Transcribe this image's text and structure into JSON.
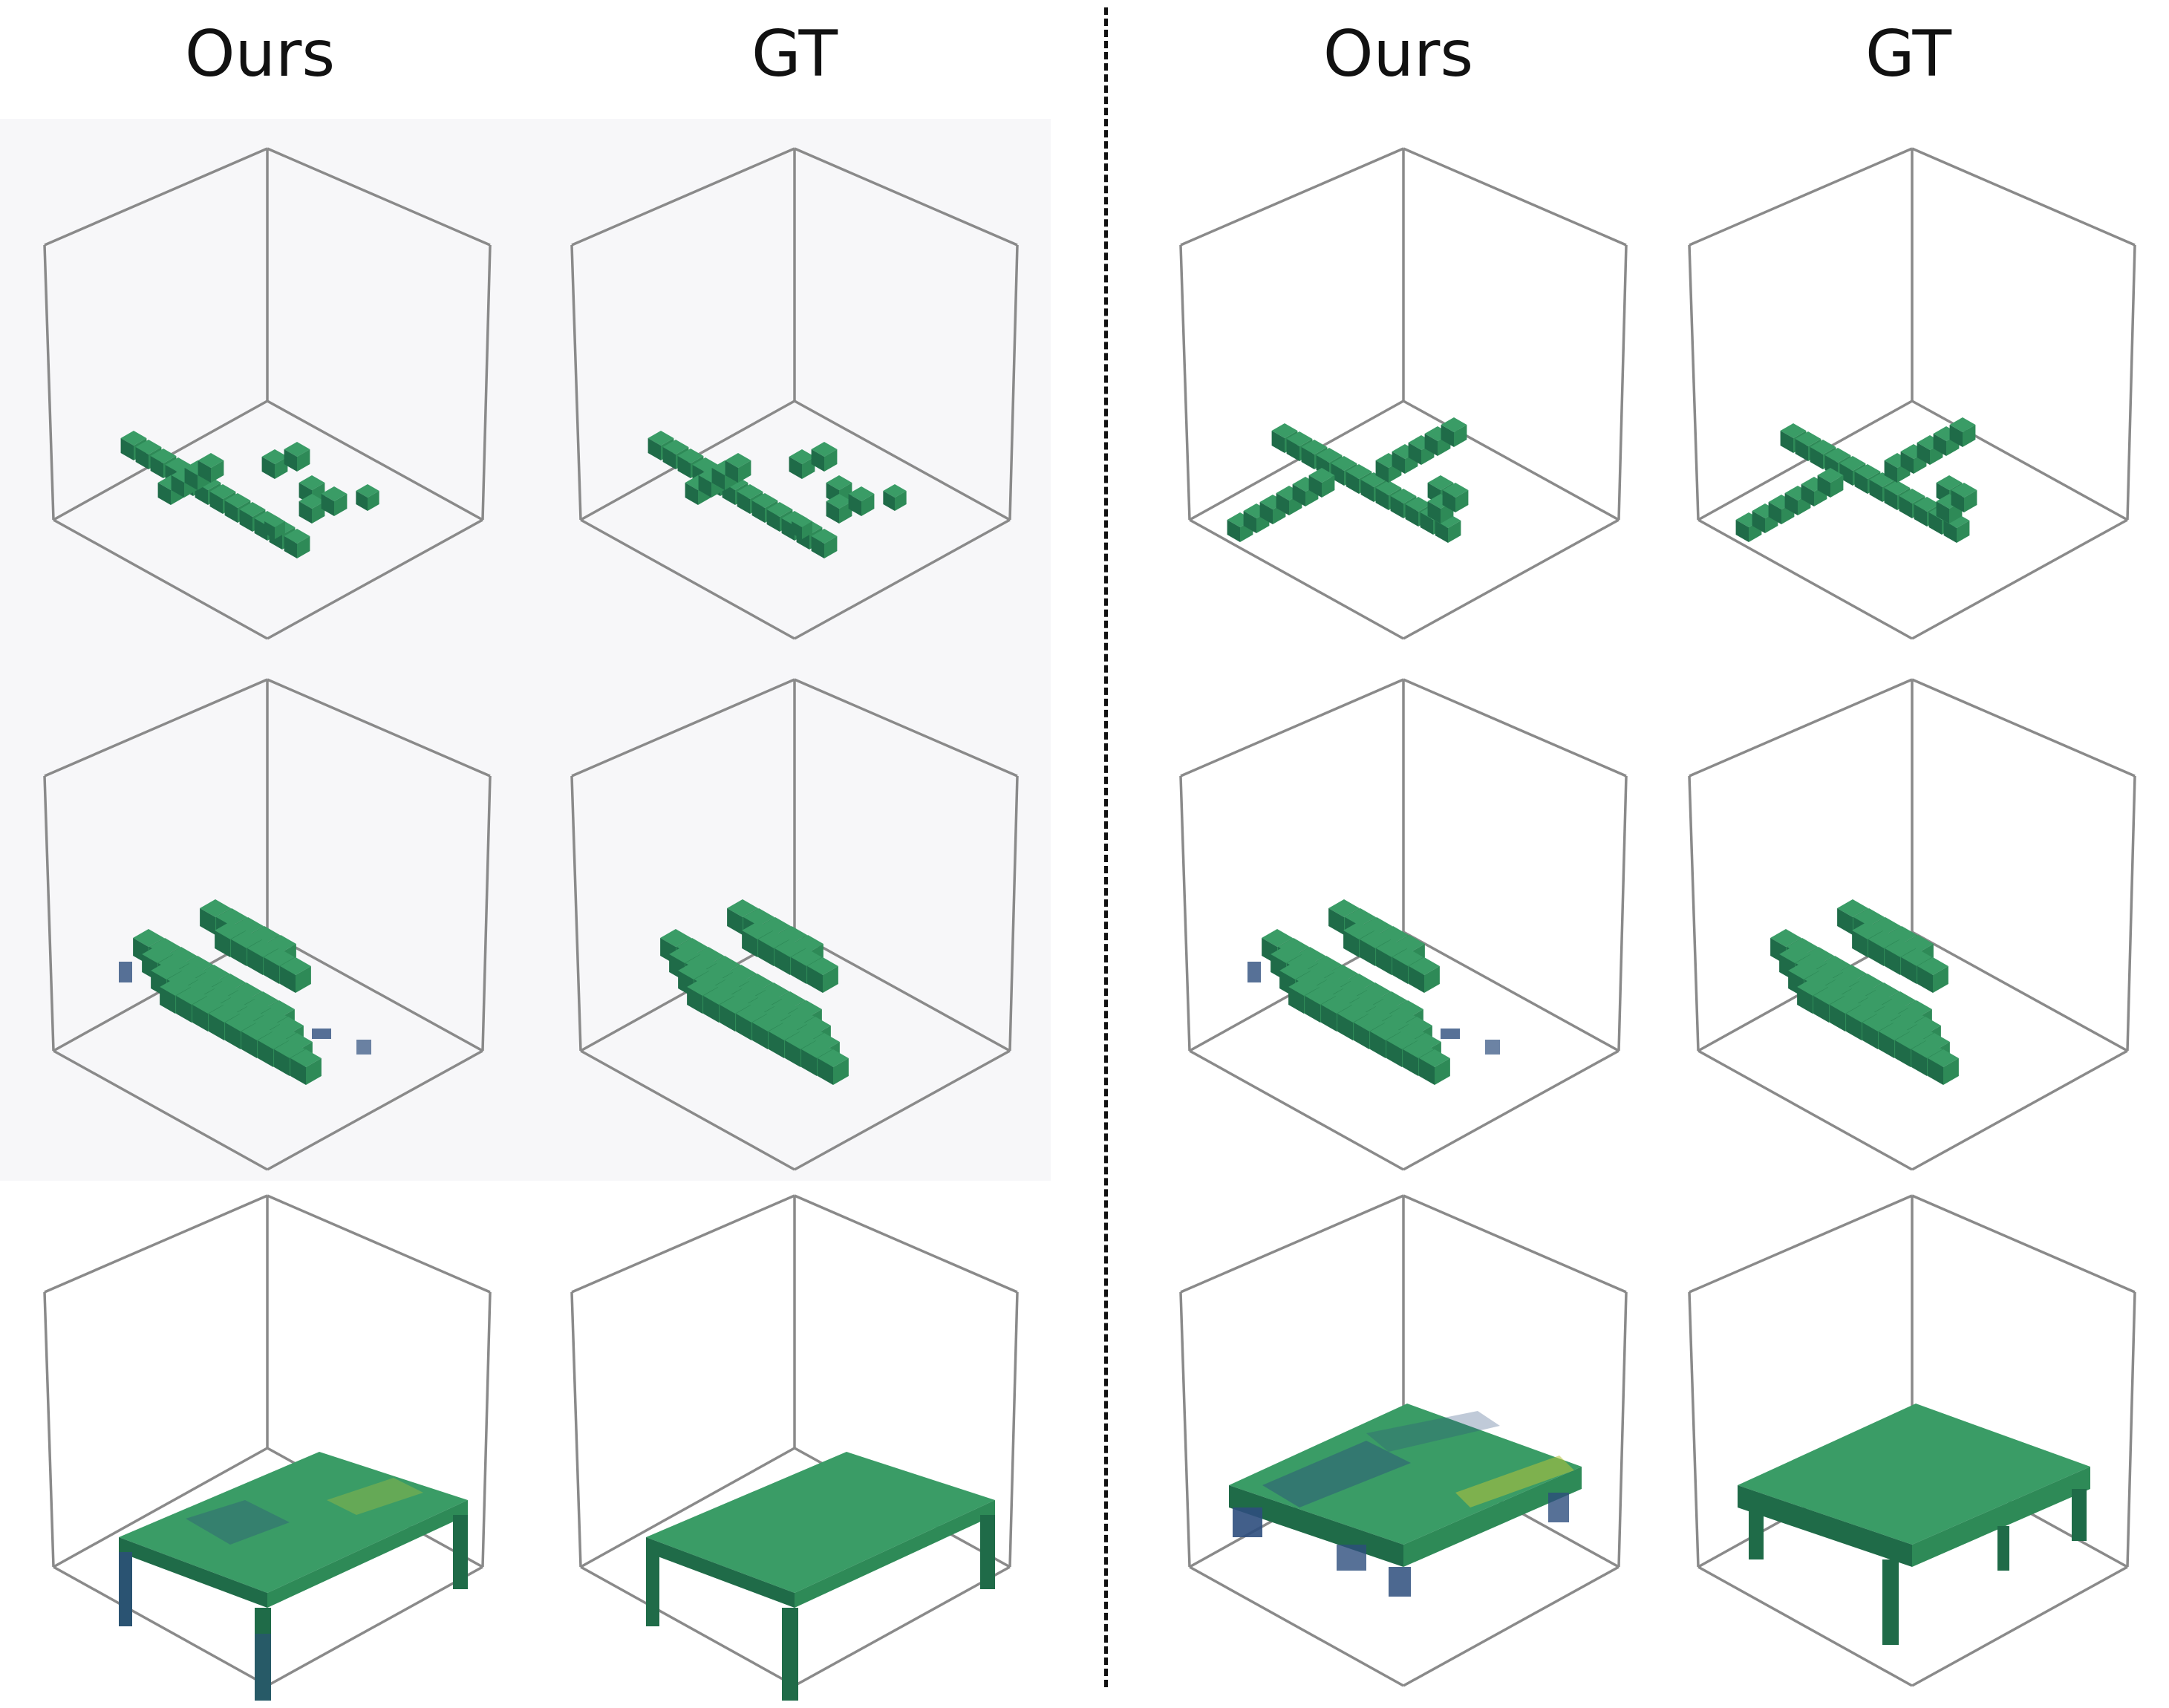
{
  "columns": [
    {
      "label": "Ours"
    },
    {
      "label": "GT"
    },
    {
      "label": "Ours"
    },
    {
      "label": "GT"
    }
  ],
  "rows": [
    {
      "object": "airplane"
    },
    {
      "object": "car"
    },
    {
      "object": "table"
    }
  ],
  "colors": {
    "voxel_green": "#2e8a57",
    "voxel_dark": "#1f6b48",
    "voxel_light": "#3a9c66",
    "error_blue": "#2d4e7d",
    "error_yellow": "#b6c23a",
    "box_line": "#8a8a8a"
  }
}
